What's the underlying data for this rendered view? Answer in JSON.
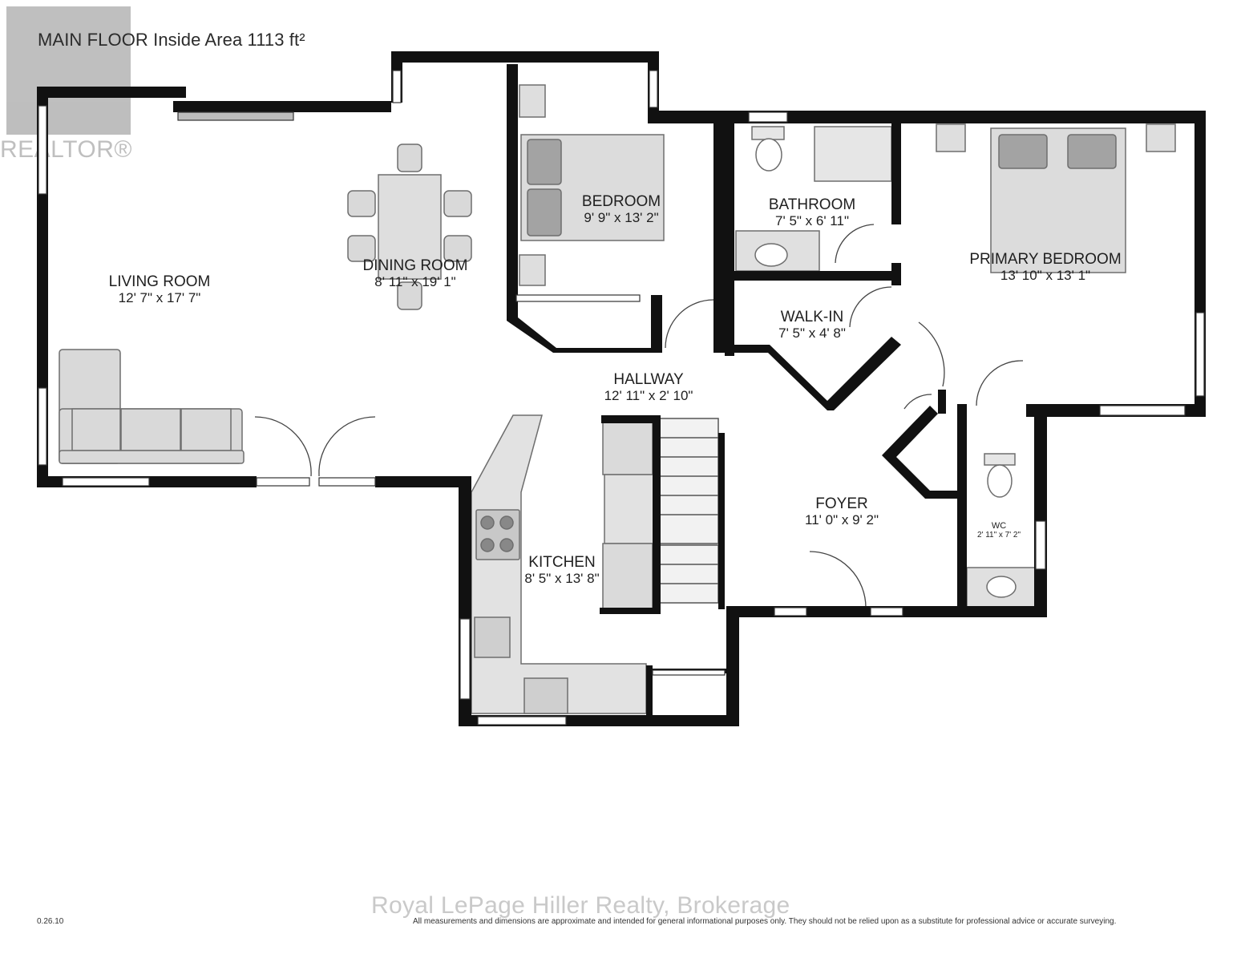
{
  "header": {
    "title": "MAIN FLOOR Inside Area 1113 ft²"
  },
  "logo": {
    "word": "REALTOR®",
    "icon": "realtor-logo-icon"
  },
  "rooms": {
    "living": {
      "name": "LIVING ROOM",
      "dims": "12' 7\" x 17' 7\""
    },
    "dining": {
      "name": "DINING ROOM",
      "dims": "8' 11\" x 19' 1\""
    },
    "bedroom": {
      "name": "BEDROOM",
      "dims": "9' 9\" x 13' 2\""
    },
    "bathroom": {
      "name": "BATHROOM",
      "dims": "7' 5\" x 6' 11\""
    },
    "primary": {
      "name": "PRIMARY BEDROOM",
      "dims": "13' 10\" x 13' 1\""
    },
    "walkin": {
      "name": "WALK-IN",
      "dims": "7' 5\" x 4' 8\""
    },
    "hallway": {
      "name": "HALLWAY",
      "dims": "12' 11\" x 2' 10\""
    },
    "foyer": {
      "name": "FOYER",
      "dims": "11' 0\" x 9' 2\""
    },
    "wc": {
      "name": "WC",
      "dims": "2' 11\" x 7' 2\""
    },
    "kitchen": {
      "name": "KITCHEN",
      "dims": "8' 5\" x 13' 8\""
    }
  },
  "footer": {
    "version": "0.26.10",
    "disclaimer": "All measurements and dimensions are approximate and intended for general informational purposes only. They should not be relied upon as a substitute for professional advice or accurate surveying.",
    "brokerage": "Royal LePage Hiller Realty, Brokerage"
  },
  "colors": {
    "wall": "#111111",
    "fixture": "#cfcfcf",
    "fixture_dark": "#9a9a9a",
    "background": "#ffffff"
  }
}
